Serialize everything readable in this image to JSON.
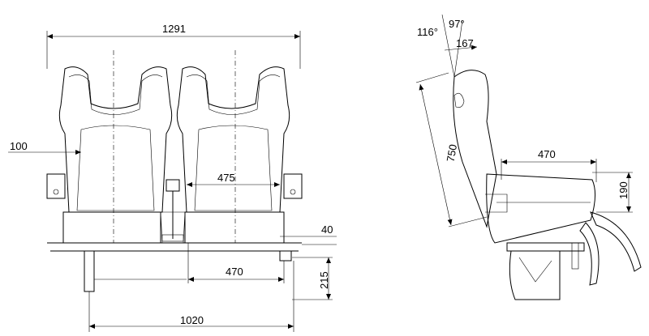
{
  "front_view": {
    "overall_width": "1291",
    "armrest_offset": "100",
    "seat_spacing": "475",
    "seat_width": "470",
    "seat_height": "215",
    "base_width": "1020",
    "edge_offset": "40"
  },
  "side_view": {
    "recline_max": "116°",
    "recline_min": "97°",
    "headrest_offset": "167",
    "backrest_height": "750",
    "seat_depth": "470",
    "cushion_thickness": "190"
  }
}
